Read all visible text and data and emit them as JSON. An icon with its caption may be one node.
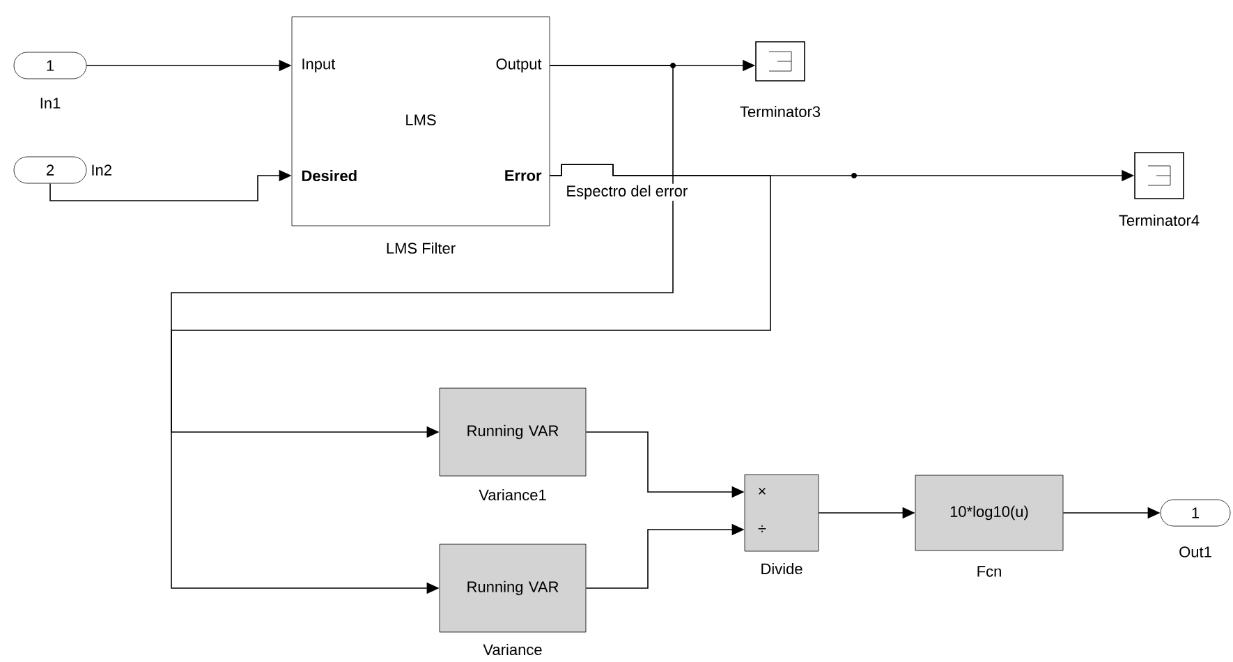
{
  "diagram": {
    "nodes": [
      {
        "text": [
          "1"
        ],
        "beside": [
          "In1"
        ]
      },
      {
        "text": [
          "2"
        ],
        "beside": [
          "In2"
        ]
      },
      {
        "text": [
          "Input",
          "Output",
          "LMS",
          "Desired",
          "Error"
        ],
        "beside": [
          "LMS Filter"
        ]
      },
      {
        "text": [],
        "shape": "box",
        "beside": [
          "Terminator3"
        ]
      },
      {
        "text": [],
        "shape": "box",
        "beside": [
          "Terminator4"
        ]
      },
      {
        "text": [
          "Running VAR"
        ],
        "beside": [
          "Variance1"
        ]
      },
      {
        "text": [
          "Running VAR"
        ],
        "beside": [
          "Variance"
        ]
      },
      {
        "text": [
          "×",
          "÷"
        ],
        "beside": [
          "Divide"
        ]
      },
      {
        "text": [
          "10*log10(u)"
        ],
        "beside": [
          "Fcn"
        ]
      },
      {
        "text": [
          "1"
        ],
        "beside": [
          "Out1"
        ]
      }
    ],
    "edges": [
      {
        "from": 0,
        "to": 2,
        "arrow": "to"
      },
      {
        "from": 1,
        "to": 2,
        "arrow": "to"
      },
      {
        "from": 2,
        "to": 3,
        "arrow": "to"
      },
      {
        "from": 2,
        "to": 4,
        "arrow": "to",
        "label": "Espectro del error"
      },
      {
        "from": 2,
        "to": 5,
        "arrow": "to"
      },
      {
        "from": 2,
        "to": 6,
        "arrow": "to"
      },
      {
        "from": 5,
        "to": 7,
        "arrow": "to"
      },
      {
        "from": 6,
        "to": 7,
        "arrow": "to"
      },
      {
        "from": 7,
        "to": 8,
        "arrow": "to"
      },
      {
        "from": 8,
        "to": 9,
        "arrow": "to"
      }
    ]
  }
}
